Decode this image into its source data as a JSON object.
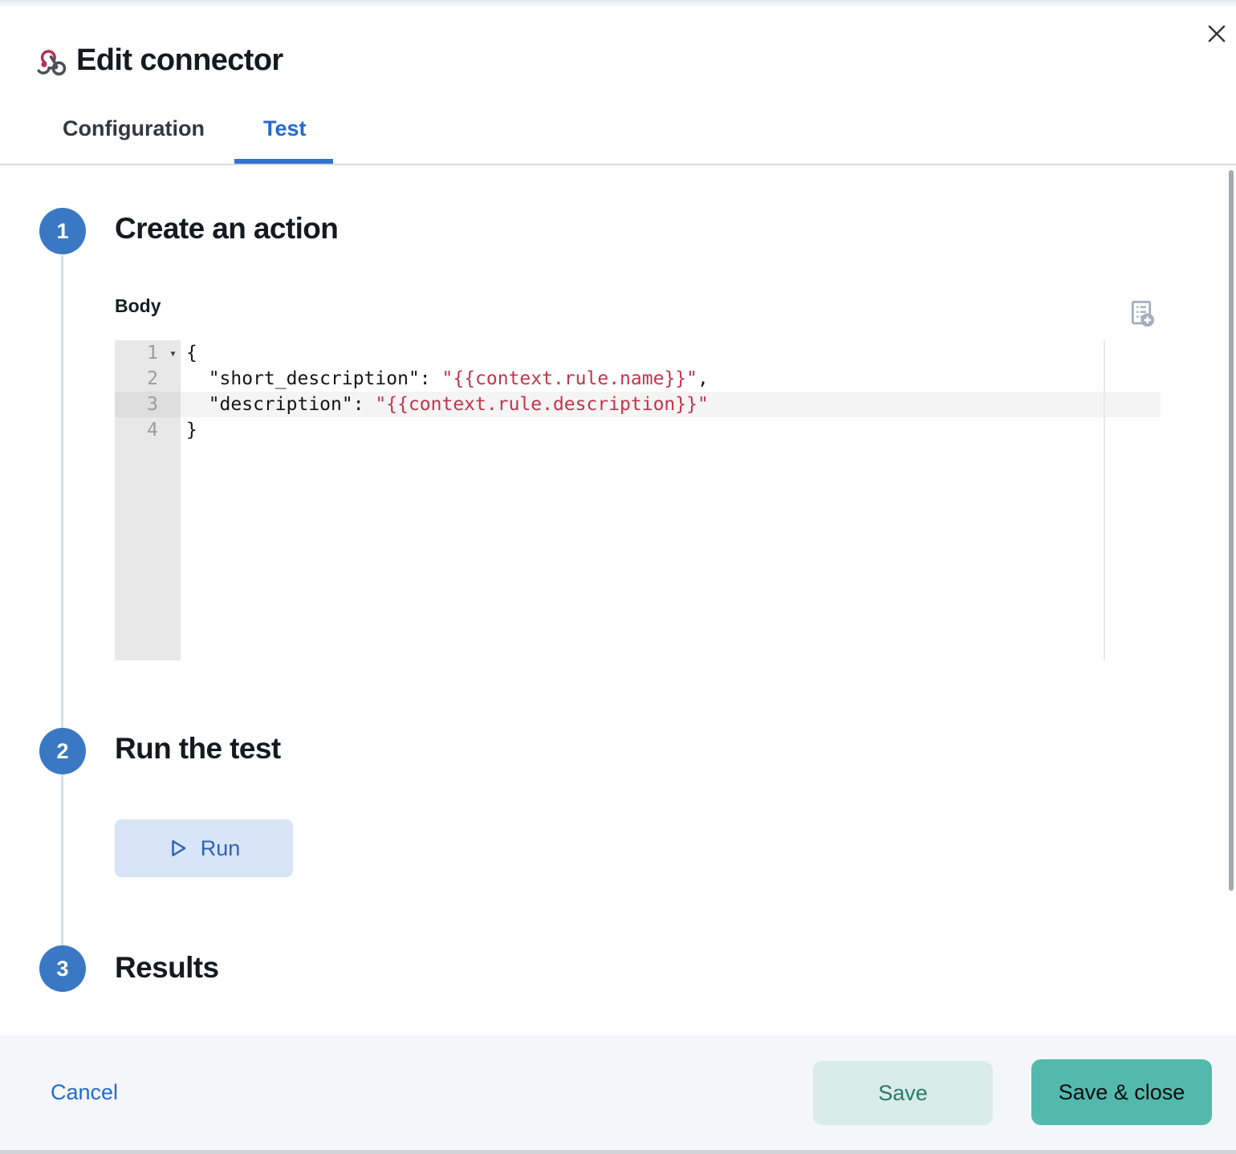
{
  "header": {
    "title": "Edit connector"
  },
  "tabs": [
    {
      "label": "Configuration",
      "active": false
    },
    {
      "label": "Test",
      "active": true
    }
  ],
  "steps": {
    "step1": {
      "number": "1",
      "title": "Create an action"
    },
    "step2": {
      "number": "2",
      "title": "Run the test"
    },
    "step3": {
      "number": "3",
      "title": "Results"
    }
  },
  "body_field": {
    "label": "Body"
  },
  "editor": {
    "line_numbers": [
      "1",
      "2",
      "3",
      "4"
    ],
    "line1": {
      "a": "{"
    },
    "line2": {
      "a": "  \"short_description\": ",
      "b": "\"{{context.rule.name}}\"",
      "c": ","
    },
    "line3": {
      "a": "  \"description\": ",
      "b": "\"{{context.rule.description}}\""
    },
    "line4": {
      "a": "}"
    }
  },
  "run": {
    "label": "Run"
  },
  "footer": {
    "cancel_label": "Cancel",
    "save_label": "Save",
    "save_close_label": "Save & close"
  },
  "colors": {
    "accent_blue": "#2e73d1",
    "step_circle_blue": "#3b78c4",
    "code_string_red": "#c3344c",
    "run_button_bg": "#d8e5f8",
    "save_button_bg": "#d9ece8",
    "save_close_bg": "#53b9ad",
    "footer_bg": "#f4f6fa",
    "webhook_red": "#b5314f",
    "webhook_gray": "#4a4f57"
  }
}
